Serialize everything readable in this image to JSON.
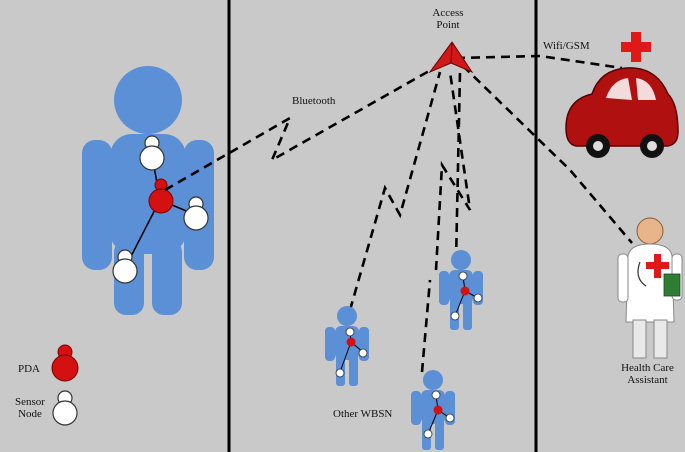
{
  "labels": {
    "access_point": [
      "Access",
      "Point"
    ],
    "bluetooth": "Bluetooth",
    "wifi_gsm": "Wifi/GSM",
    "other_wbsn": "Other WBSN",
    "health_care_assistant": [
      "Health Care",
      "Assistant"
    ]
  },
  "legend": {
    "pda": "PDA",
    "sensor_node": [
      "Sensor",
      "Node"
    ]
  },
  "colors": {
    "background": "#c9c9c9",
    "body": "#5b8fd6",
    "pda": "#d41010",
    "sensor": "#ffffff",
    "ambulance": "#b01010",
    "cross": "#e01818",
    "links": "#000000"
  }
}
